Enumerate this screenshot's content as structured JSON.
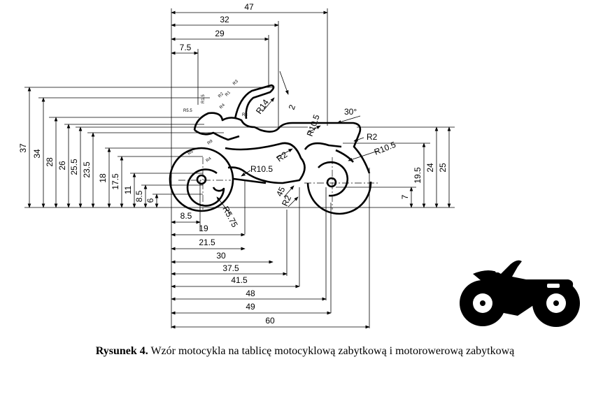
{
  "caption": {
    "label": "Rysunek 4.",
    "text": "Wzór motocykla na tablicę motocyklową zabytkową i motorowerową zabytkową"
  },
  "dimensions": {
    "horizontal_top": [
      "47",
      "32",
      "29",
      "7.5"
    ],
    "horizontal_bottom": [
      "8.5",
      "19",
      "21.5",
      "30",
      "37.5",
      "41.5",
      "48",
      "49",
      "60"
    ],
    "vertical_left": [
      "37",
      "34",
      "28",
      "26",
      "25.5",
      "23.5",
      "18",
      "17.5",
      "11",
      "8.5",
      "6"
    ],
    "vertical_right": [
      "7",
      "19.5",
      "24",
      "25"
    ],
    "radii": [
      "R14",
      "R10.5",
      "R2",
      "R10.5",
      "R10.5",
      "R2",
      "R2",
      "R5.75"
    ],
    "angles": [
      "30°",
      "45"
    ],
    "offsets": [
      "2"
    ],
    "small": [
      "R3",
      "R1.5",
      "R2",
      "R1",
      "R5.5",
      "R4",
      "R3",
      "R5",
      "R4",
      "R9"
    ]
  },
  "icon": {
    "name": "motorcycle-silhouette-icon",
    "color": "#000000"
  }
}
